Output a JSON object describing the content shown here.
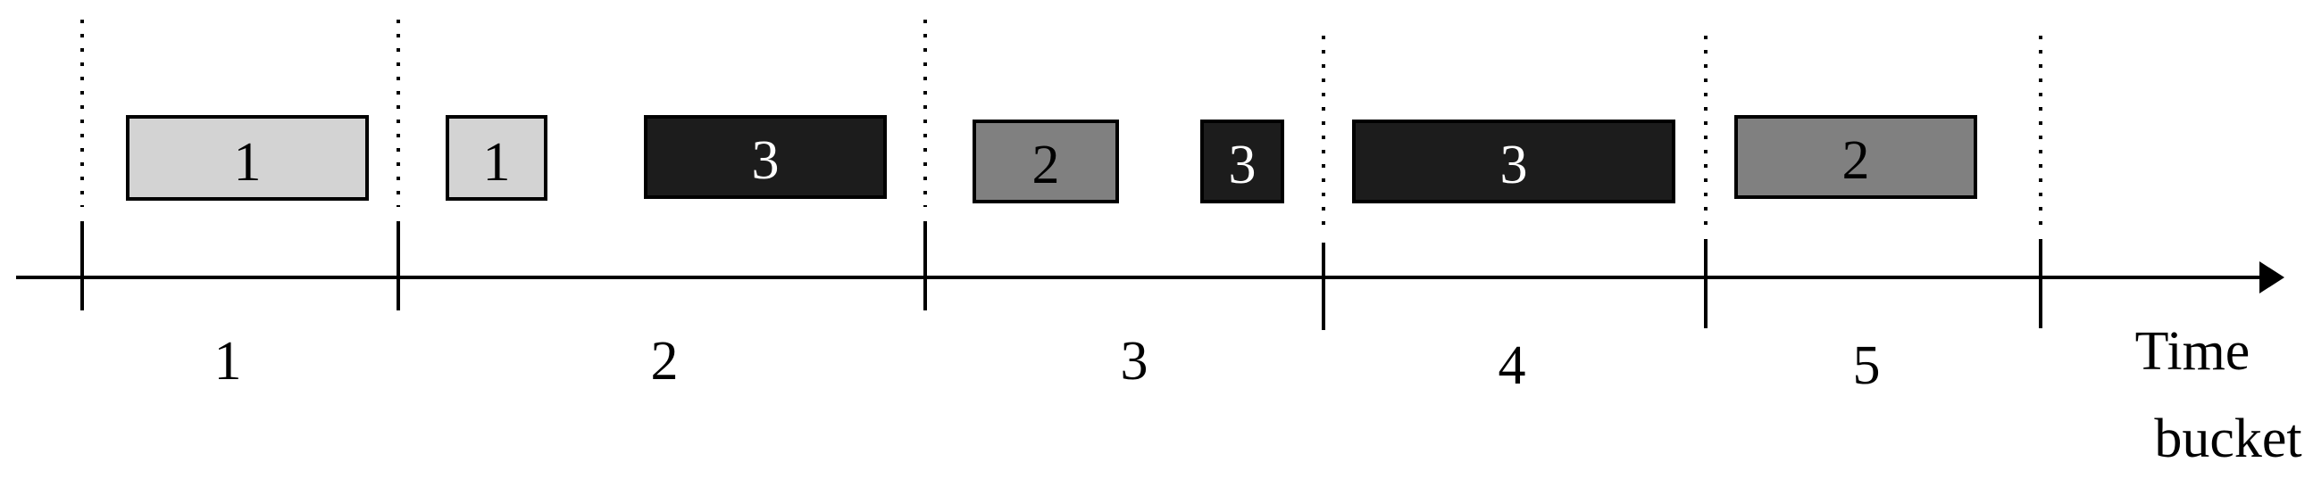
{
  "axis": {
    "caption_line1": "Time",
    "caption_line2": "bucket"
  },
  "buckets": [
    "1",
    "2",
    "3",
    "4",
    "5"
  ],
  "task_colors": {
    "1": "#d3d3d3",
    "2": "#808080",
    "3": "#1c1c1c"
  },
  "task_text_colors": {
    "1": "#000000",
    "2": "#000000",
    "3": "#ffffff"
  },
  "tasks": [
    {
      "label": "1",
      "task": "1"
    },
    {
      "label": "1",
      "task": "1"
    },
    {
      "label": "3",
      "task": "3"
    },
    {
      "label": "2",
      "task": "2"
    },
    {
      "label": "3",
      "task": "3"
    },
    {
      "label": "3",
      "task": "3"
    },
    {
      "label": "2",
      "task": "2"
    }
  ]
}
